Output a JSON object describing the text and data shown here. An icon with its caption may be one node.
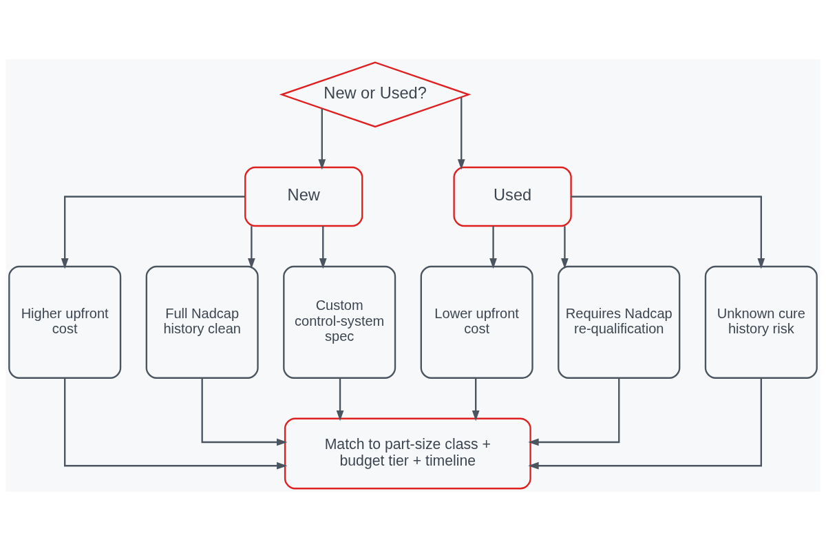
{
  "diagram": {
    "nodes": [
      {
        "text": [
          "New or Used?"
        ]
      },
      {
        "text": [
          "New"
        ]
      },
      {
        "text": [
          "Used"
        ]
      },
      {
        "text": [
          "Higher upfront cost"
        ]
      },
      {
        "text": [
          "Full Nadcap history clean"
        ]
      },
      {
        "text": [
          "Custom control-system spec"
        ]
      },
      {
        "text": [
          "Lower upfront cost"
        ]
      },
      {
        "text": [
          "Requires Nadcap re-qualification"
        ]
      },
      {
        "text": [
          "Unknown cure history risk"
        ]
      },
      {
        "text": [
          "Match to part-size class + budget tier + timeline"
        ]
      }
    ],
    "edges": [
      {
        "from": 0,
        "to": 1,
        "arrow": "to"
      },
      {
        "from": 0,
        "to": 2,
        "arrow": "to"
      },
      {
        "from": 1,
        "to": 3,
        "arrow": "to"
      },
      {
        "from": 1,
        "to": 4,
        "arrow": "to"
      },
      {
        "from": 1,
        "to": 5,
        "arrow": "to"
      },
      {
        "from": 2,
        "to": 6,
        "arrow": "to"
      },
      {
        "from": 2,
        "to": 7,
        "arrow": "to"
      },
      {
        "from": 2,
        "to": 8,
        "arrow": "to"
      },
      {
        "from": 3,
        "to": 9,
        "arrow": "to"
      },
      {
        "from": 4,
        "to": 9,
        "arrow": "to"
      },
      {
        "from": 5,
        "to": 9,
        "arrow": "to"
      },
      {
        "from": 6,
        "to": 9,
        "arrow": "to"
      },
      {
        "from": 7,
        "to": 9,
        "arrow": "to"
      },
      {
        "from": 8,
        "to": 9,
        "arrow": "to"
      }
    ]
  }
}
